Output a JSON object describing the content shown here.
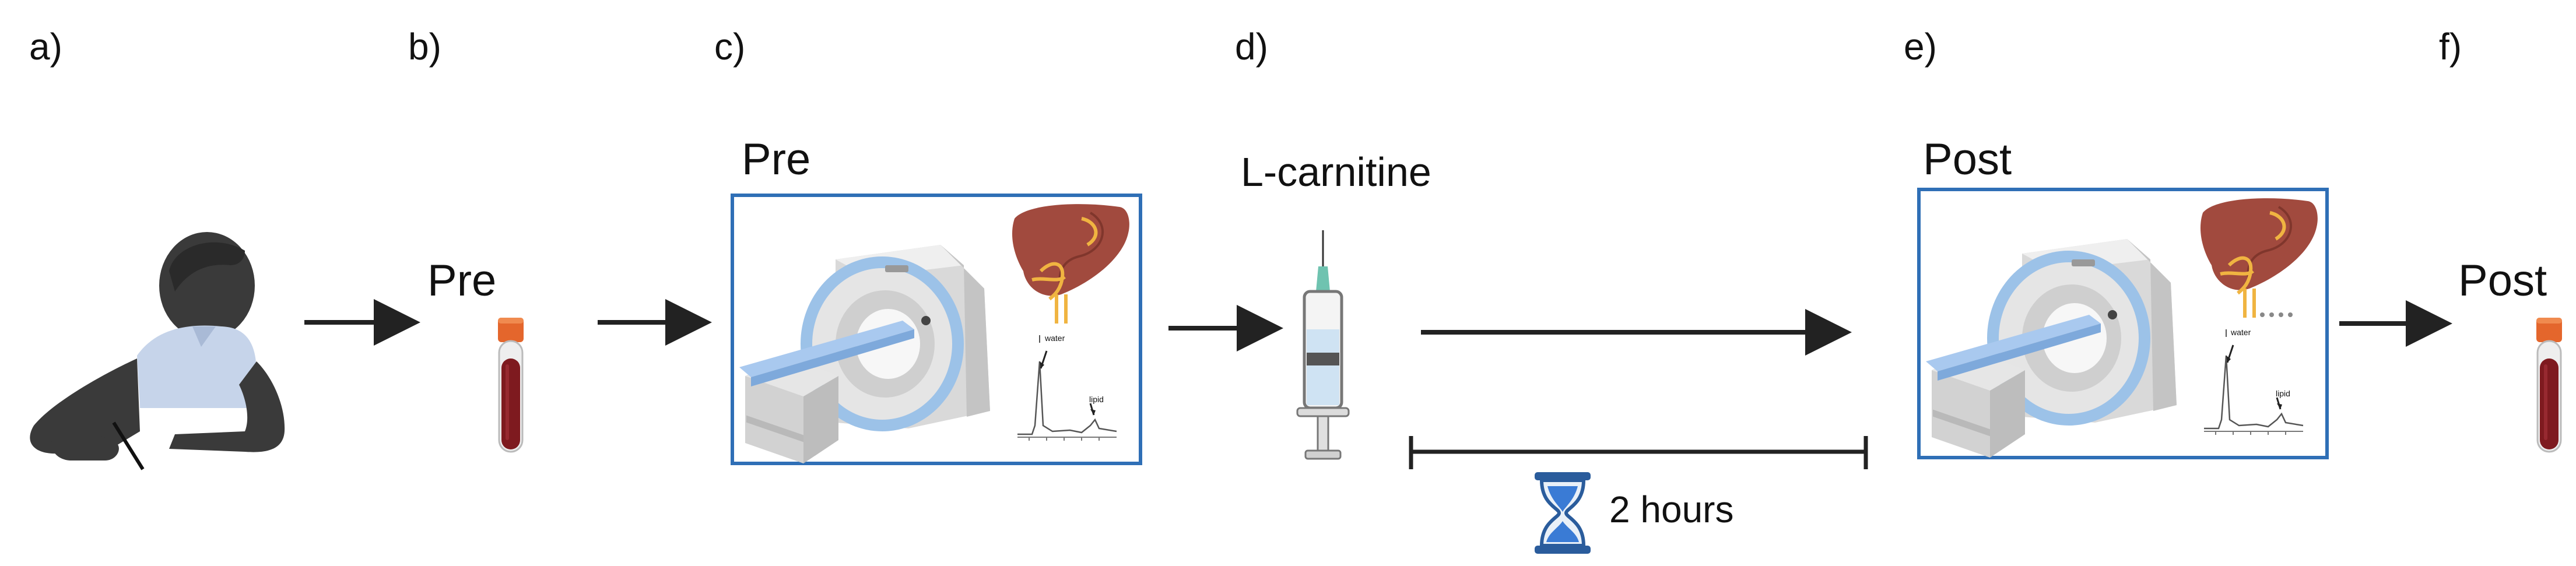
{
  "panel_labels": [
    "a)",
    "b)",
    "c)",
    "d)",
    "e)",
    "f)"
  ],
  "blood_sample_pre_label": "Pre",
  "mri_pre_label": "Pre",
  "injection_label": "L-carnitine",
  "mri_post_label": "Post",
  "blood_sample_post_label": "Post",
  "spectrum_peak_labels": {
    "water": "water",
    "lipid": "lipid"
  },
  "duration_label": "2 hours",
  "colors": {
    "frame_blue": "#2f6fb6",
    "arrow": "#222222",
    "liver": "#a14a3e",
    "bile_duct": "#f0b441",
    "blood": "#7e1a1f",
    "tube_cap": "#e4662c",
    "mri_bore_ring": "#9cc2e8",
    "mri_table": "#a9c9ef",
    "hourglass": "#2a5c9c",
    "patient_skin": "#3a3a3a",
    "patient_shirt": "#c6d4ea"
  },
  "icons": [
    "seated-patient-icon",
    "blood-tube-icon",
    "mri-scanner-icon",
    "liver-icon",
    "mrs-spectrum-icon",
    "syringe-icon",
    "hourglass-icon"
  ]
}
